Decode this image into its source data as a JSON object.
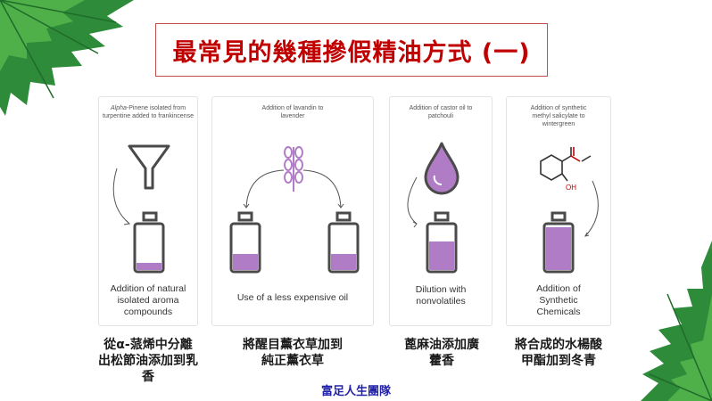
{
  "title": "最常見的幾種摻假精油方式 (一)",
  "cards": [
    {
      "top_prefix": "Alpha",
      "top_text": "-Pinene isolated from turpentine added to frankincense",
      "bottom": "Addition of natural isolated aroma compounds"
    },
    {
      "top_text": "Addition of lavandin to lavender",
      "bottom": "Use of a less expensive oil"
    },
    {
      "top_text": "Addition of castor oil to patchouli",
      "bottom": "Dilution with nonvolatiles"
    },
    {
      "top_text": "Addition of synthetic methyl salicylate to wintergreen",
      "bottom": "Addition of Synthetic Chemicals",
      "chem_label": "OH"
    }
  ],
  "captions": [
    "從α-蒎烯中分離出松節油添加到乳香",
    "將醒目薰衣草加到純正薰衣草",
    "蓖麻油添加廣藿香",
    "將合成的水楊酸甲酯加到冬青"
  ],
  "footer": "富足人生團隊",
  "colors": {
    "accent_red": "#c00000",
    "liquid_purple": "#b07cc6",
    "footer_blue": "#2222aa"
  }
}
